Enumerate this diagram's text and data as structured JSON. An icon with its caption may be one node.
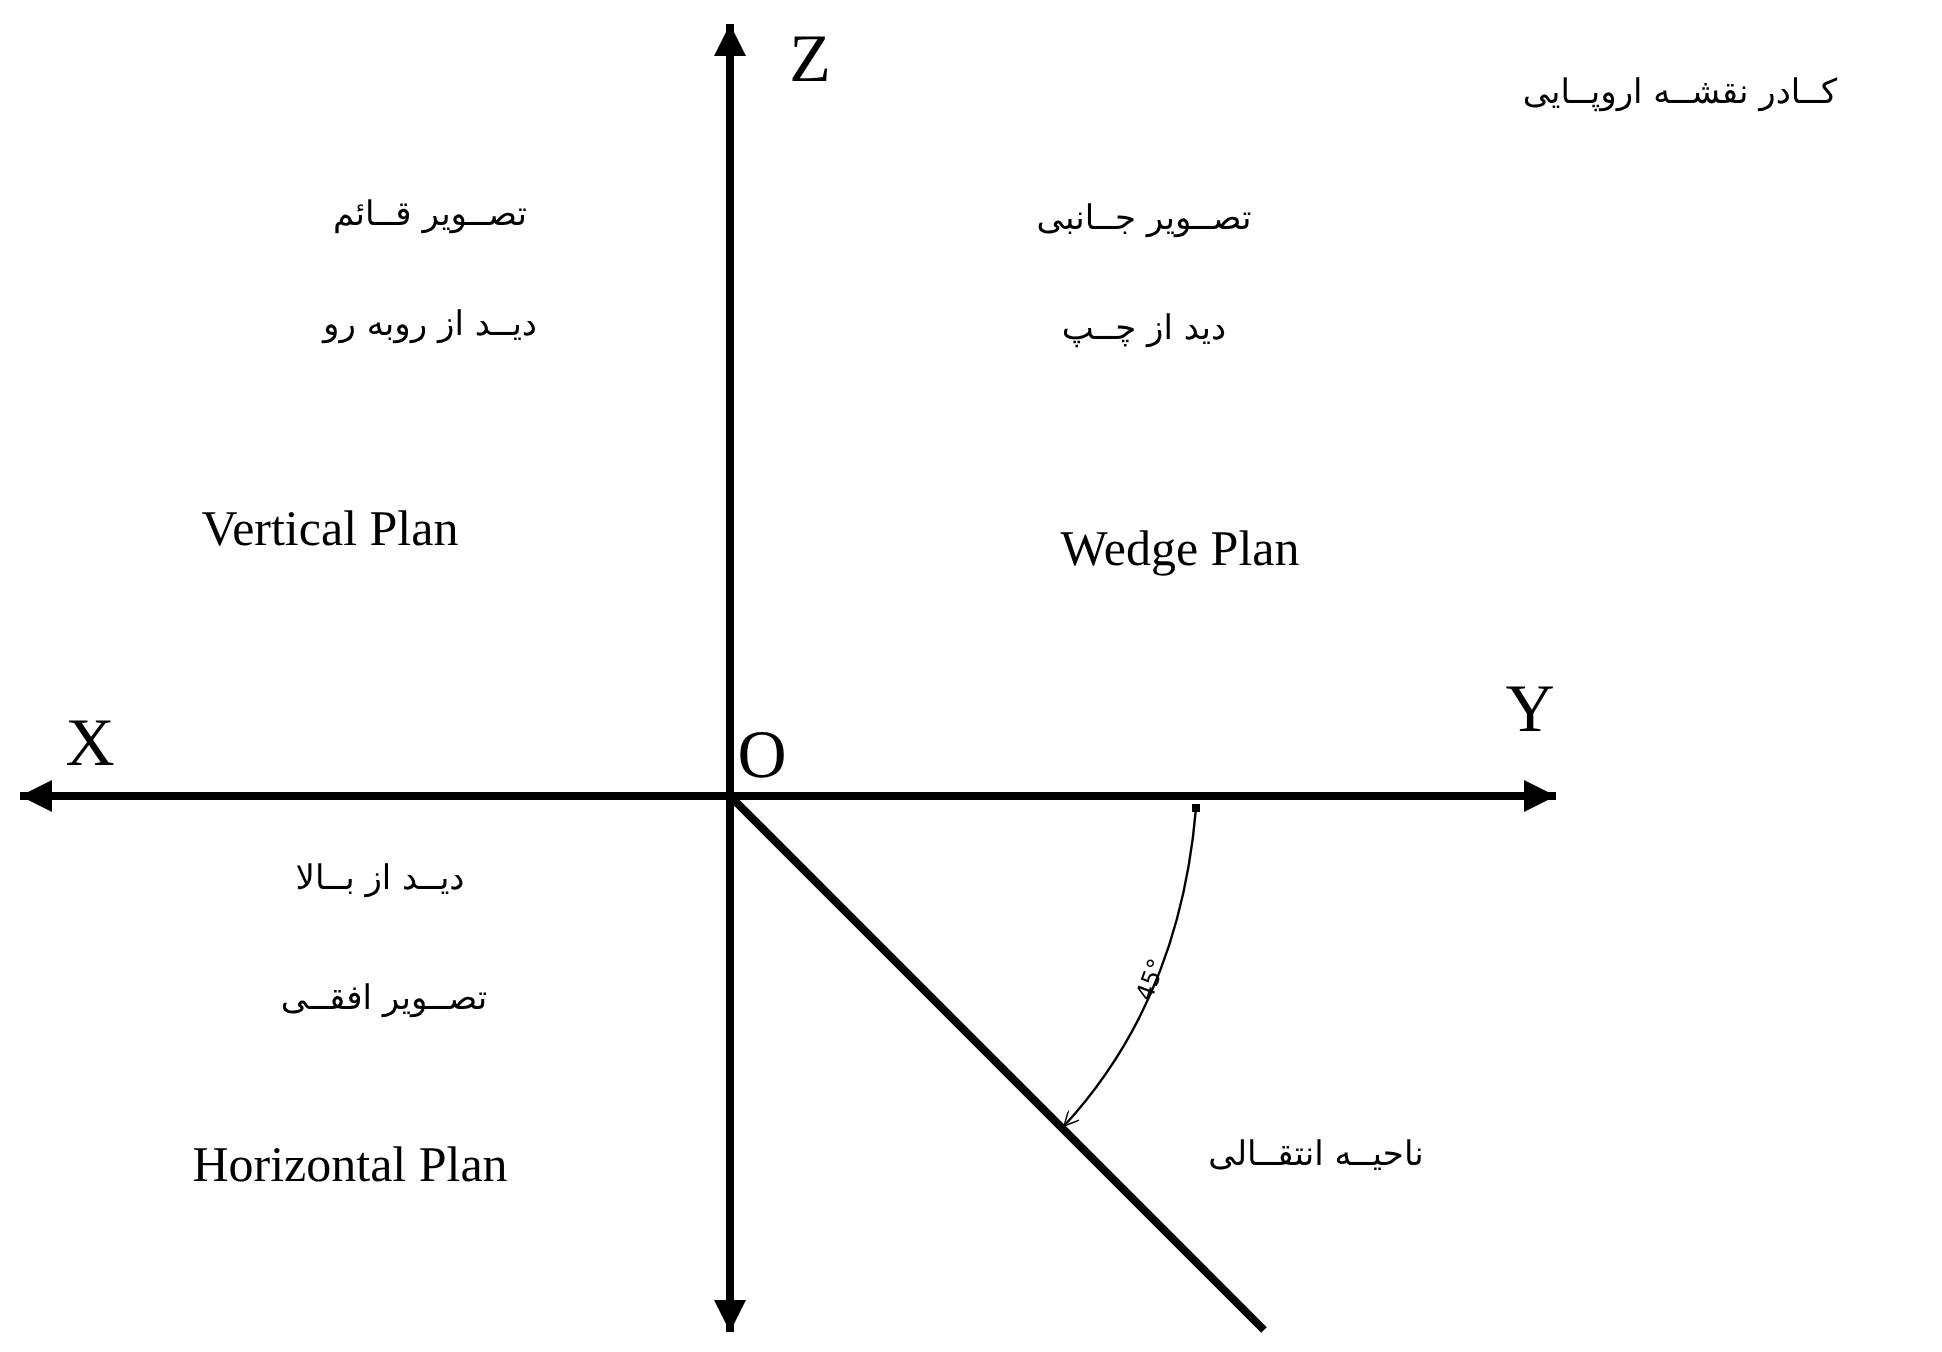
{
  "diagram": {
    "labels": [
      "Z",
      "کــادر نقشــه اروپــایی",
      "تصــویر قــائم",
      "تصــویر جــانبی",
      "دیــد از روبه رو",
      "دید از چــپ",
      "Vertical Plan",
      "Wedge Plan",
      "X",
      "O",
      "Y",
      "دیــد از بــالا",
      "45°",
      "تصــویر افقــی",
      "Horizontal Plan",
      "ناحیــه انتقــالی"
    ]
  }
}
